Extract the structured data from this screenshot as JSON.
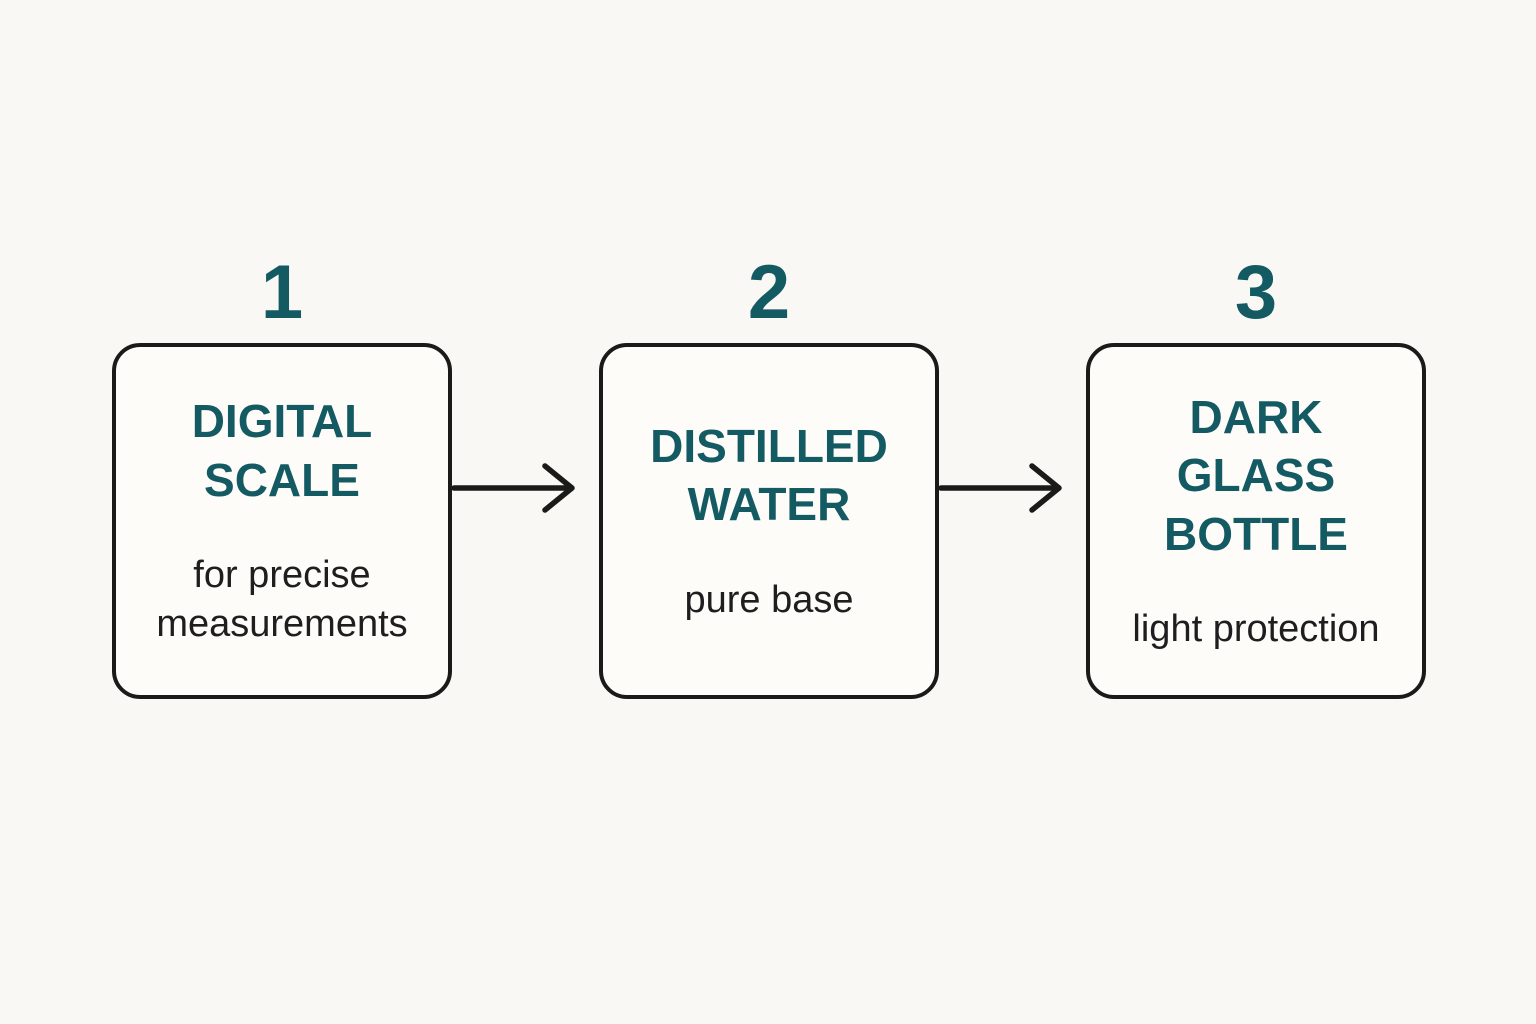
{
  "colors": {
    "accent_teal": "#145a62",
    "ink": "#1a1a18",
    "text_dark": "#1e1e1e",
    "page_bg": "#faf8f4",
    "card_bg": "#fdfcf9"
  },
  "diagram": {
    "type": "flow",
    "direction": "left-to-right",
    "connector_icon": "arrow-right-icon",
    "steps": [
      {
        "number": "1",
        "title": "DIGITAL\nSCALE",
        "subtitle": "for precise\nmeasurements"
      },
      {
        "number": "2",
        "title": "DISTILLED\nWATER",
        "subtitle": "pure base"
      },
      {
        "number": "3",
        "title": "DARK\nGLASS\nBOTTLE",
        "subtitle": "light protection"
      }
    ]
  }
}
